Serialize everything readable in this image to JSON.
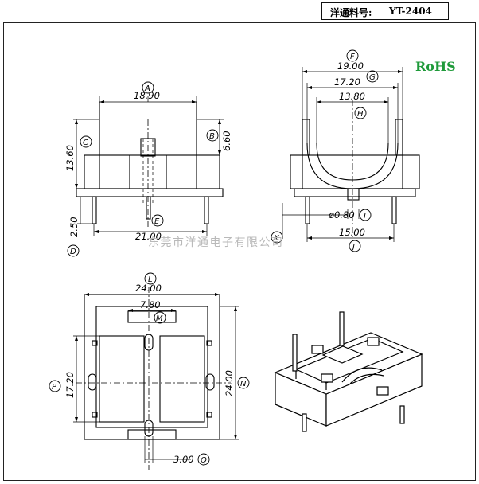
{
  "header": {
    "label": "洋通料号:",
    "part_no": "YT-2404"
  },
  "badge": "RoHS",
  "watermark": "东莞市洋通电子有限公司",
  "dimensions": {
    "A": "18.90",
    "B": "6.60",
    "C_front": "13.60",
    "D": "2.50",
    "E": "21.00",
    "F": "19.00",
    "G": "17.20",
    "H": "13.80",
    "I": "ø0.80",
    "J": "15.00",
    "L": "24.00",
    "M": "7.80",
    "N": "24.00",
    "P": "17.20",
    "Q": "3.00"
  },
  "callouts": [
    "A",
    "B",
    "C",
    "D",
    "E",
    "F",
    "G",
    "H",
    "I",
    "J",
    "K",
    "L",
    "M",
    "N",
    "P",
    "Q"
  ],
  "colors": {
    "line": "#000000",
    "rohs": "#1f9a3a",
    "watermark": "#b9b9b9"
  }
}
